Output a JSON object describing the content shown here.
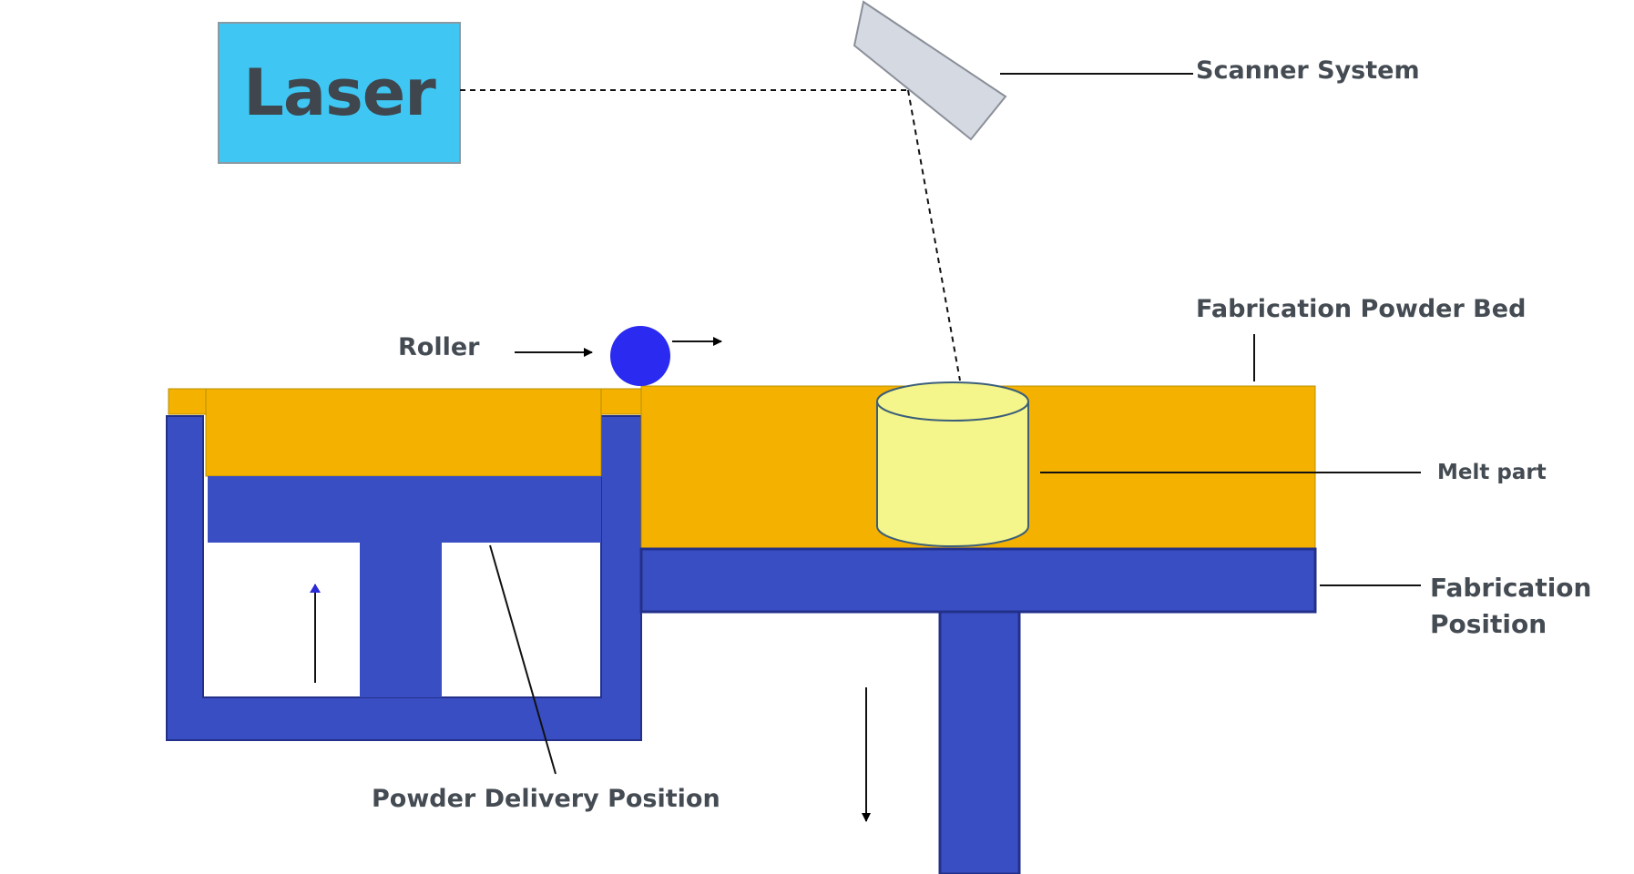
{
  "laser": {
    "label": "Laser"
  },
  "labels": {
    "scanner_system": "Scanner System",
    "fabrication_powder_bed": "Fabrication Powder Bed",
    "roller": "Roller",
    "melt_part": "Melt part",
    "fabrication_position_line1": "Fabrication",
    "fabrication_position_line2": "Position",
    "powder_delivery_position": "Powder Delivery Position"
  },
  "colors": {
    "laser_box": "#3fc6f3",
    "mirror": "#d5d9e2",
    "powder": "#f5b100",
    "piston": "#3a4ec4",
    "roller": "#2a2af0",
    "melt_part": "#f4f58a",
    "text": "#444b52"
  }
}
